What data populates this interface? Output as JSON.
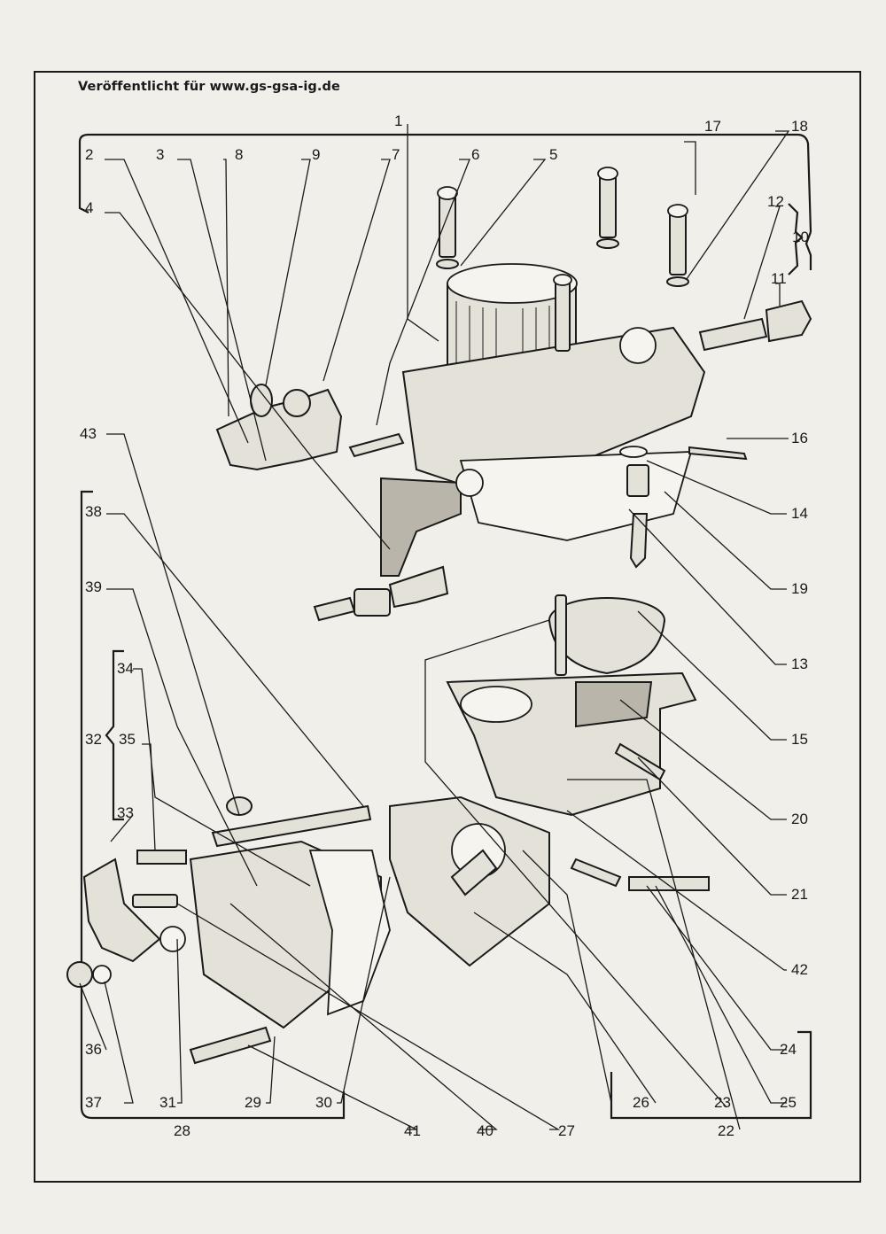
{
  "header": {
    "published_note": "Veröffentlicht für  www.gs-gsa-ig.de"
  },
  "labels": {
    "n1": "1",
    "n2": "2",
    "n3": "3",
    "n4": "4",
    "n5": "5",
    "n6": "6",
    "n7": "7",
    "n8": "8",
    "n9": "9",
    "n10": "10",
    "n11": "11",
    "n12": "12",
    "n13": "13",
    "n14": "14",
    "n15": "15",
    "n16": "16",
    "n17": "17",
    "n18": "18",
    "n19": "19",
    "n20": "20",
    "n21": "21",
    "n22": "22",
    "n23": "23",
    "n24": "24",
    "n25": "25",
    "n26": "26",
    "n27": "27",
    "n28": "28",
    "n29": "29",
    "n30": "30",
    "n31": "31",
    "n32": "32",
    "n33": "33",
    "n34": "34",
    "n35": "35",
    "n36": "36",
    "n37": "37",
    "n38": "38",
    "n39": "39",
    "n40": "40",
    "n41": "41",
    "n42": "42",
    "n43": "43"
  },
  "colors": {
    "ink": "#1a1a1a",
    "paper": "#f1efe9"
  }
}
